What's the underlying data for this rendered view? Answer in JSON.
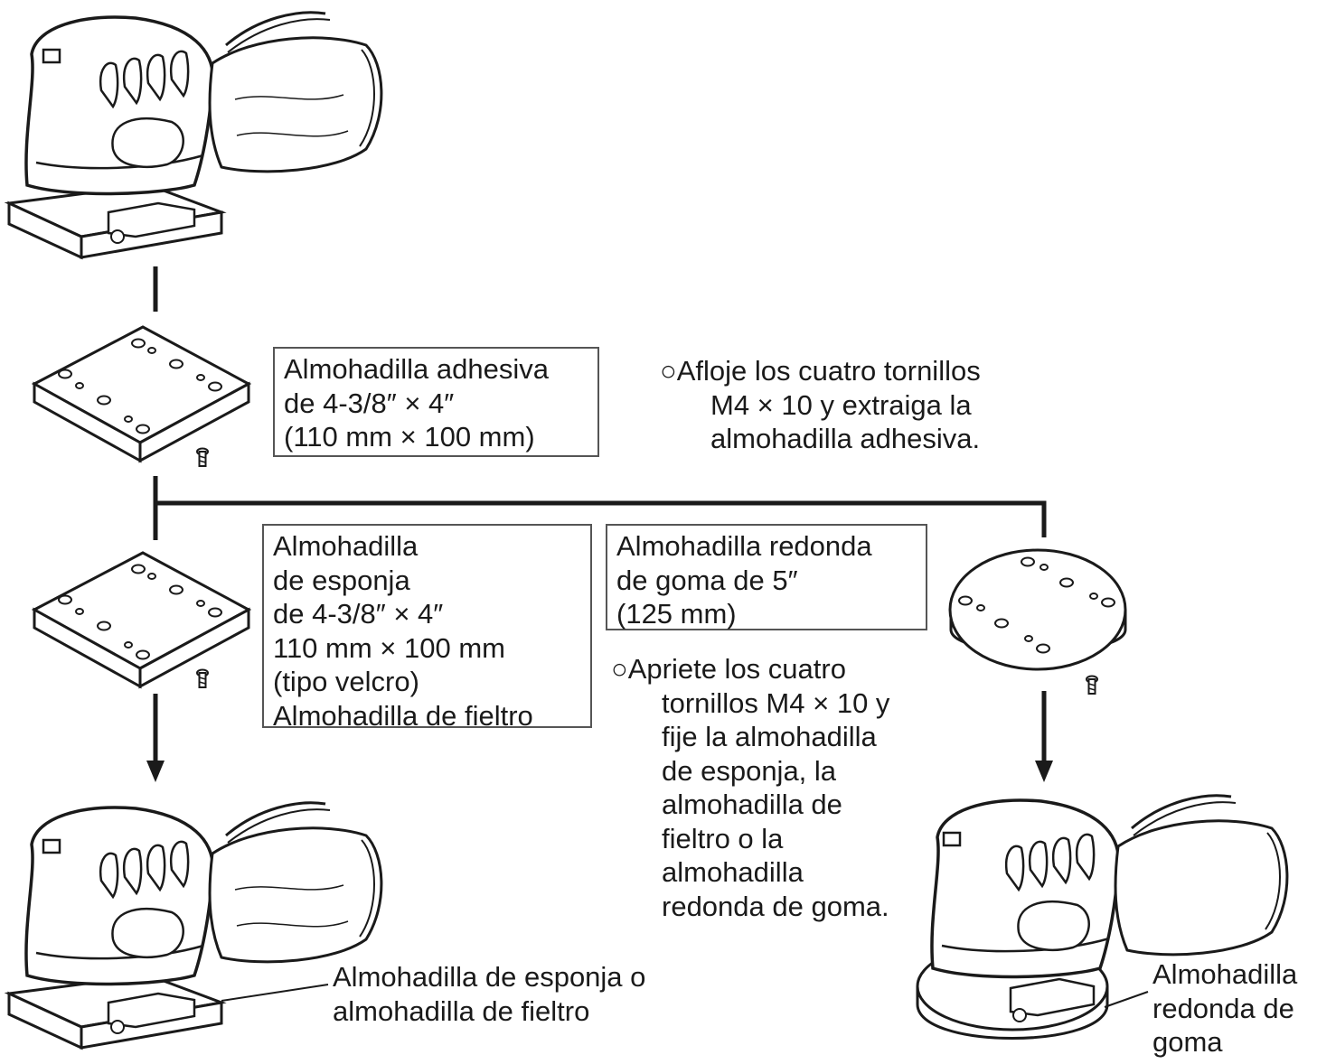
{
  "labels": {
    "adhesive_pad": [
      "Almohadilla adhesiva",
      "de 4-3/8″ × 4″",
      "(110 mm × 100 mm)"
    ],
    "loosen_note": [
      "○Afloje los cuatro tornillos",
      "M4 × 10 y extraiga la",
      "almohadilla adhesiva."
    ],
    "sponge_pad": [
      "Almohadilla",
      "de esponja",
      "de 4-3/8″ × 4″",
      "110 mm × 100 mm",
      "(tipo velcro)",
      "Almohadilla de fieltro"
    ],
    "rubber_pad": [
      "Almohadilla redonda",
      "de  goma de 5″",
      "(125 mm)"
    ],
    "tighten_note": [
      "○Apriete los cuatro",
      "tornillos M4 × 10 y",
      "fije la almohadilla",
      "de esponja, la",
      "almohadilla de",
      "fieltro o la",
      "almohadilla",
      "redonda de goma."
    ],
    "callout_sponge_felt": [
      "Almohadilla de esponja o",
      "almohadilla de fieltro"
    ],
    "callout_rubber": [
      "Almohadilla",
      "redonda de",
      "goma"
    ]
  },
  "colors": {
    "ink": "#1a1a1a",
    "box_border": "#555555",
    "shade": "#e6e6e6"
  }
}
